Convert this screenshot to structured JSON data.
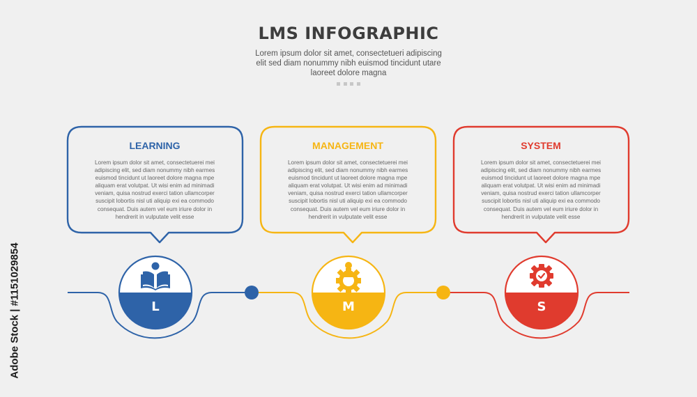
{
  "header": {
    "title": "LMS INFOGRAPHIC",
    "subtitle": "Lorem ipsum dolor sit amet, consectetueri adipiscing elit sed diam nonummy nibh euismod tincidunt utare laoreet dolore magna"
  },
  "steps": [
    {
      "title": "LEARNING",
      "letter": "L",
      "icon": "book-reader-icon",
      "color": "#2e63a8",
      "body": "Lorem ipsum dolor sit amet, consectetuerei mei adipiscing elit, sed diam nonummy nibh earmes euismod tincidunt ut laoreet dolore magna mpe aliquam erat volutpat. Ut wisi enim ad minimadi veniam, quisa nostrud exerci tation ullamcorper suscipit lobortis nisl uti aliquip exi ea commodo consequat. Duis autem vel eum iriure dolor in hendrerit in vulputate velit esse"
    },
    {
      "title": "MANAGEMENT",
      "letter": "M",
      "icon": "manager-gear-icon",
      "color": "#f6b513",
      "body": "Lorem ipsum dolor sit amet, consectetuerei mei adipiscing elit, sed diam nonummy nibh earmes euismod tincidunt ut laoreet dolore magna mpe aliquam erat volutpat. Ut wisi enim ad minimadi veniam, quisa nostrud exerci tation ullamcorper suscipit lobortis nisl uti aliquip exi ea commodo consequat. Duis autem vel eum iriure dolor in hendrerit in vulputate velit esse"
    },
    {
      "title": "SYSTEM",
      "letter": "S",
      "icon": "gear-check-icon",
      "color": "#e03b2e",
      "body": "Lorem ipsum dolor sit amet, consectetuerei mei adipiscing elit, sed diam nonummy nibh earmes euismod tincidunt ut laoreet dolore magna mpe aliquam erat volutpat. Ut wisi enim ad minimadi veniam, quisa nostrud exerci tation ullamcorper suscipit lobortis nisl uti aliquip exi ea commodo consequat. Duis autem vel eum iriure dolor in hendrerit in vulputate velit esse"
    }
  ],
  "credit": "Adobe Stock | #1151029854"
}
